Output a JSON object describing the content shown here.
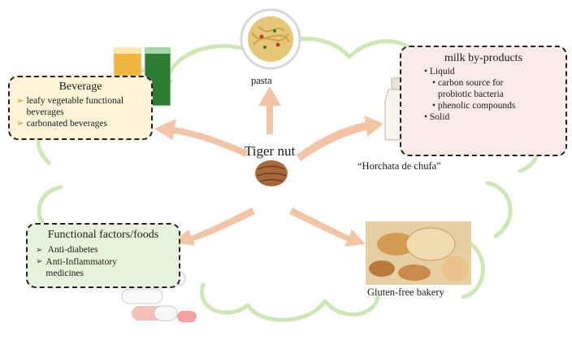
{
  "center": {
    "label": "Tiger nut"
  },
  "pasta": {
    "label": "pasta"
  },
  "beverage": {
    "title": "Beverage",
    "items": [
      "leafy vegetable functional beverages",
      "carbonated beverages"
    ]
  },
  "milk": {
    "title": "milk by-products",
    "liquid": "Liquid",
    "liquid_items": [
      "carbon source for probiotic bacteria",
      "phenolic compounds"
    ],
    "solid": "Solid",
    "caption": "“Horchata de chufa”"
  },
  "functional": {
    "title": "Functional factors/foods",
    "items": [
      "Anti-diabetes",
      "Anti-Inflammatory medicines"
    ]
  },
  "bakery": {
    "label": "Gluten-free bakery"
  },
  "colors": {
    "arrow": "#f4c4a6",
    "cloud": "#cde8b6",
    "beverage_fill": "#fdf3d8",
    "milk_fill": "#fbeaea",
    "functional_fill": "#e7f2dc"
  }
}
